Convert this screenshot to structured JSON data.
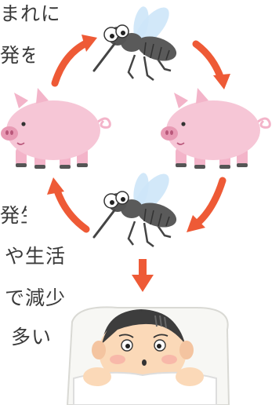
{
  "text_lines": [
    "まれに",
    "発を",
    "発生",
    "や生活",
    "で減少",
    "多い"
  ],
  "icons": {
    "mosquito": "mosquito-icon",
    "pig": "pig-icon",
    "arrow": "arrow-icon",
    "patient": "sick-person-icon"
  },
  "colors": {
    "arrow": "#ee5a36",
    "pig": "#f6c6d6",
    "pig_dark": "#e89ab4",
    "mosquito_body": "#5a5a5a",
    "mosquito_wing": "#cde6f8",
    "text": "#3a3a3a"
  }
}
